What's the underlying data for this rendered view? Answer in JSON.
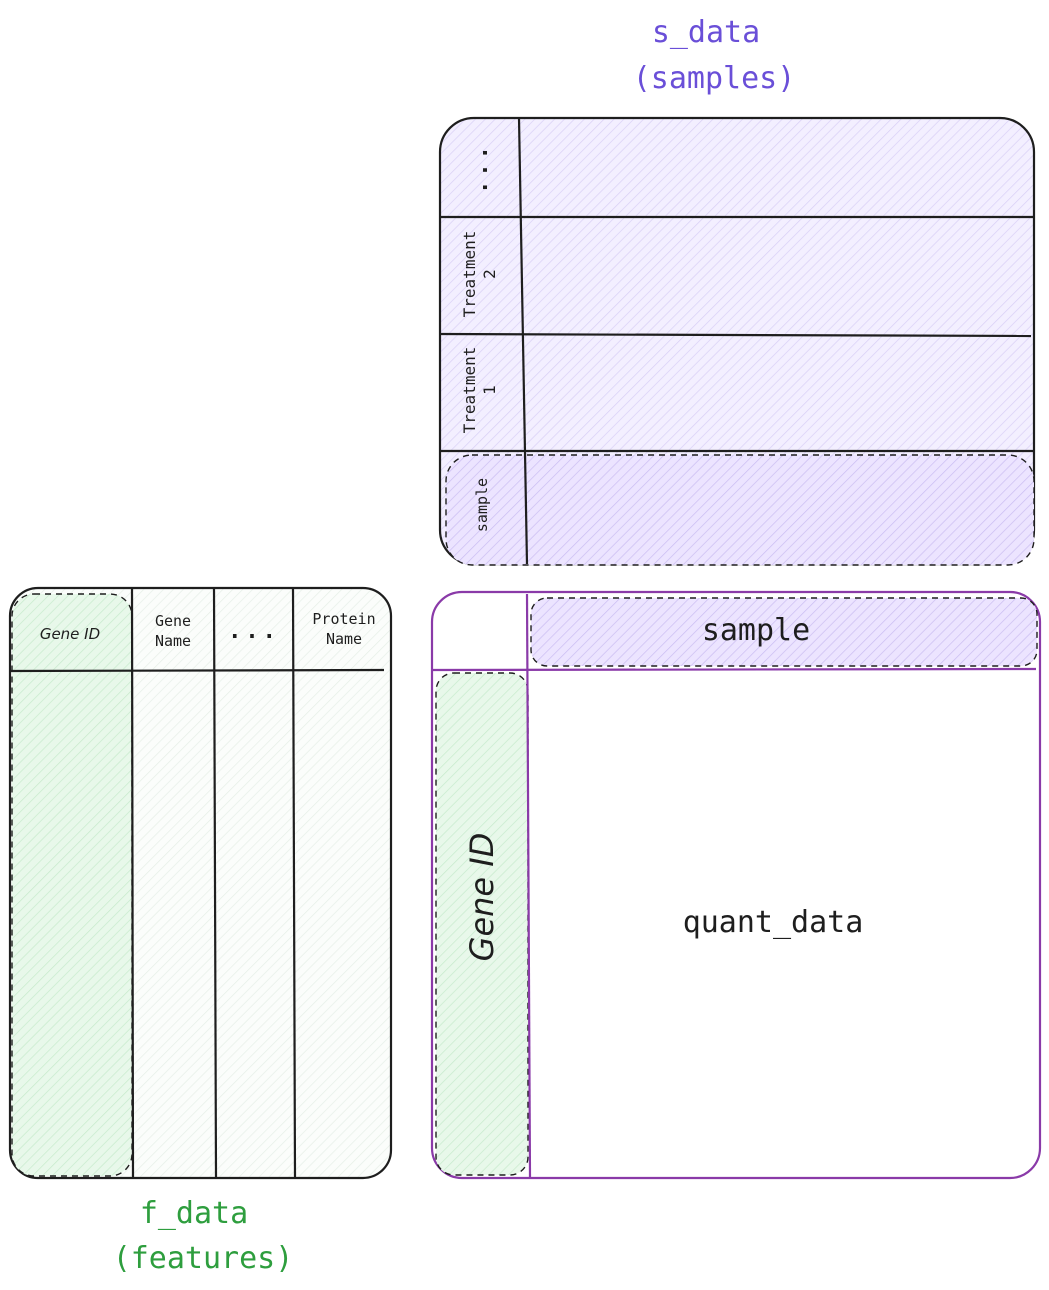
{
  "s_data": {
    "title": "s_data",
    "subtitle": "(samples)",
    "rows": [
      "...",
      "Treatment\n2",
      "Treatment\n1",
      "sample"
    ]
  },
  "f_data": {
    "title": "f_data",
    "subtitle": "(features)",
    "columns": [
      "Gene ID",
      "Gene\nName",
      "...",
      "Protein\nName"
    ]
  },
  "quant_data": {
    "label": "quant_data",
    "sample_header": "sample",
    "gene_id_header": "Gene ID"
  },
  "colors": {
    "s_data_title": "#6a4fd8",
    "f_data_title": "#2e9e3e",
    "quant_border": "#8a3aa8",
    "purple_fill": "#ece4ff",
    "green_fill": "#e3f7e5",
    "lines": "#1e1e1e"
  }
}
